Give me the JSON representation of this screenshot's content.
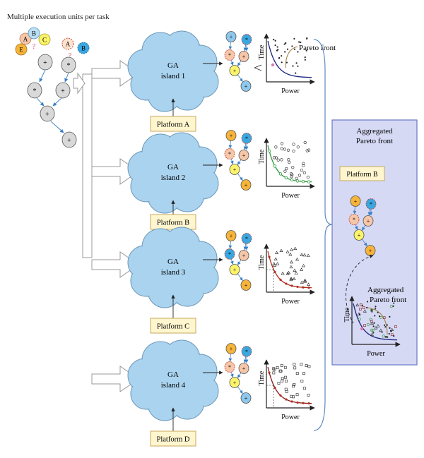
{
  "title": "Multiple execution units per task",
  "unit_letters": [
    "A",
    "B",
    "C",
    "E",
    "A",
    "B"
  ],
  "question_mark": "?",
  "ops": {
    "add": "+",
    "mul": "*"
  },
  "islands": [
    {
      "line1": "GA",
      "line2": "island 1",
      "platform": "Platform A",
      "chart_kind": "dots"
    },
    {
      "line1": "GA",
      "line2": "island 2",
      "platform": "Platform B",
      "chart_kind": "circles"
    },
    {
      "line1": "GA",
      "line2": "island 3",
      "platform": "Platform C",
      "chart_kind": "triangles"
    },
    {
      "line1": "GA",
      "line2": "island 4",
      "platform": "Platform D",
      "chart_kind": "squares"
    }
  ],
  "axis": {
    "x": "Power",
    "y": "Time"
  },
  "pareto_front_label": "Pareto front",
  "aggregated": {
    "title_line1": "Aggregated",
    "title_line2": "Pareto front",
    "platform": "Platform B",
    "front_line1": "Aggregated",
    "front_line2": "Pareto front"
  },
  "colors": {
    "cloud": "#a9d3ef",
    "cloud_stroke": "#6d98b8",
    "platform_fill": "#fff6cf",
    "platform_stroke": "#c8a85c",
    "panel_fill": "#d6d9f4",
    "panel_stroke": "#6a78c2",
    "node_gray": "#d9d9d9",
    "node_blue": "#3aa7e0",
    "node_light_blue": "#8ec8ec",
    "node_yellow": "#fbf36a",
    "node_orange": "#f7b43a",
    "node_peach": "#f6c6a8",
    "arrow": "#3b7fc4"
  }
}
